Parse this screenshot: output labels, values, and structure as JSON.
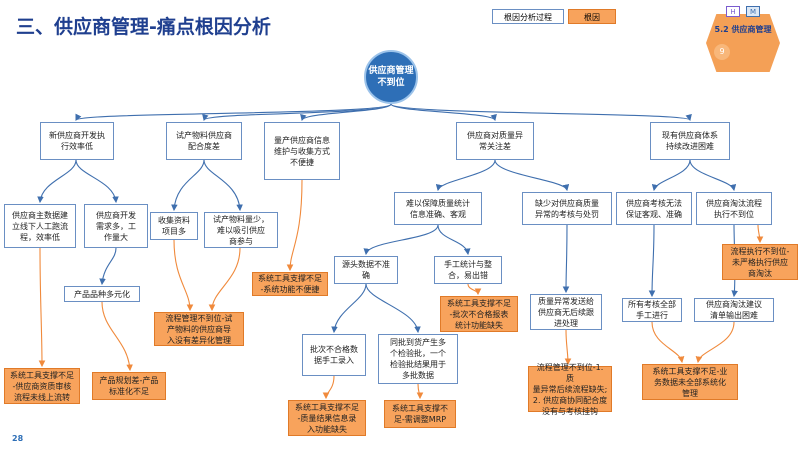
{
  "title": "三、供应商管理-痛点根因分析",
  "legend": {
    "process": "根因分析过程",
    "root_cause": "根因"
  },
  "badge": {
    "h": "H",
    "m": "M",
    "label": "5.2 供应商管理",
    "number": "9"
  },
  "page_number": "28",
  "colors": {
    "title": "#1f3f8f",
    "line": "#3f6fae",
    "cause_fill": "#f8a35c",
    "root_fill": "#2e6fb7",
    "badge_fill": "#f4a056"
  },
  "root": "供应商管理\n不到位",
  "level1": [
    "新供应商开发执\n行效率低",
    "试产物料供应商\n配合度差",
    "量产供应商信息\n维护与收集方式\n不便捷",
    "供应商对质量异\n常关注差",
    "现有供应商体系\n持续改进困难"
  ],
  "level2": {
    "n1a": "供应商主数据建\n立线下人工跑流\n程，效率低",
    "n1b": "供应商开发\n需求多，工\n作量大",
    "n1c": "产品品种多元化",
    "n2a": "收集资料\n项目多",
    "n2b": "试产物料量少，\n难以吸引供应\n商参与",
    "n4a": "难以保障质量统计\n信息准确、客观",
    "n4b": "缺少对供应商质量\n异常的考核与处罚",
    "n4c": "源头数据不准\n确",
    "n4d": "手工统计与整\n合，易出错",
    "n4e": "质量异常发送给\n供应商无后续跟\n进处理",
    "n4f": "批次不合格数\n据手工录入",
    "n4g": "同批到货产生多\n个检验批，一个\n检验批结果用于\n多批数据",
    "n5a": "供应商考核无法\n保证客观、准确",
    "n5b": "供应商淘汰流程\n执行不到位",
    "n5c": "所有考核全部\n手工进行",
    "n5d": "供应商淘汰建议\n清单输出困难"
  },
  "causes": {
    "c1": "系统工具支撑不足\n-供应商资质审核\n流程未线上流转",
    "c2": "产品规划差-产品\n标准化不足",
    "c3": "流程管理不到位-试\n产物料的供应商导\n入没有差异化管理",
    "c4": "系统工具支撑不足\n-系统功能不便捷",
    "c5": "系统工具支撑不足\n-质量结果信息录\n入功能缺失",
    "c6": "系统工具支撑不\n足-需调整MRP",
    "c7": "系统工具支撑不足\n-批次不合格报表\n统计功能缺失",
    "c8": "流程管理不到位-1. 质\n量异常后续流程缺失;\n2. 供应商协同配合度\n没有与考核挂钩",
    "c9": "流程执行不到位-\n未严格执行供应\n商淘汰",
    "c10": "系统工具支撑不足-业\n务数据未全部系统化\n管理"
  }
}
